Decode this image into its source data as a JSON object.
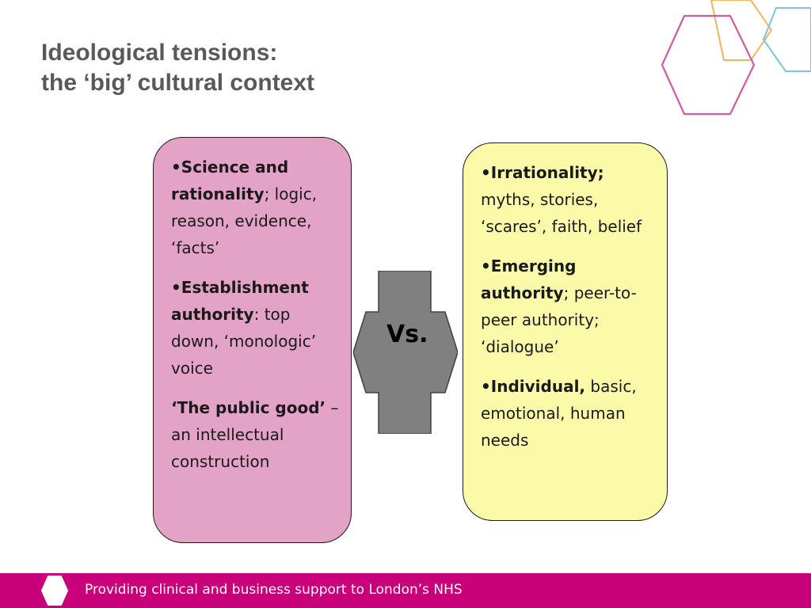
{
  "slide": {
    "title_line1": "Ideological tensions:",
    "title_line2": "the ‘big’ cultural context"
  },
  "left_box": {
    "items": [
      {
        "bold": "•Science and rationality",
        "rest": "; logic, reason, evidence, ‘facts’"
      },
      {
        "bold": "•Establishment authority",
        "rest": ": top down, ‘monologic’ voice"
      },
      {
        "bold": "‘The public good’",
        "rest": " – an intellectual construction"
      }
    ]
  },
  "right_box": {
    "items": [
      {
        "bold": "•Irrationality;",
        "rest": " myths, stories, ‘scares’, faith, belief"
      },
      {
        "bold": "•Emerging authority",
        "rest": "; peer-to-peer authority; ‘dialogue’"
      },
      {
        "bold": "•Individual,",
        "rest": " basic, emotional, human needs"
      }
    ]
  },
  "vs": {
    "label": "Vs."
  },
  "footer": {
    "text": "Providing clinical and business support to London’s NHS"
  },
  "colors": {
    "left_box": "#e2a3c6",
    "right_box": "#fafaa8",
    "vs_shape": "#808080",
    "footer": "#c8007a",
    "title": "#595959",
    "hex_pink": "#d05aa5",
    "hex_orange": "#f0b660",
    "hex_blue": "#7cc4e4"
  },
  "icons": {
    "decoration": "hexagon-rings-icon",
    "footer_logo": "hexagon-logo-icon",
    "vs_shape": "double-arrow-cross-icon"
  }
}
